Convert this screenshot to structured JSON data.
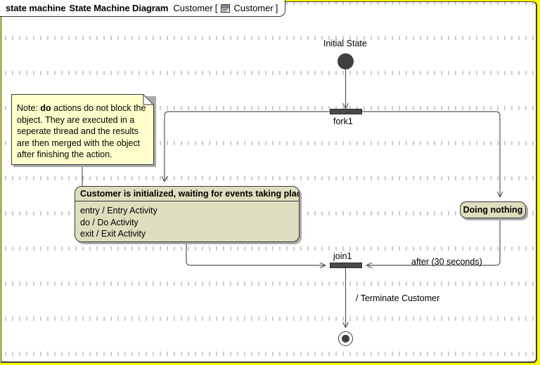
{
  "frame": {
    "kind_label": "state machine",
    "type_label": "State Machine Diagram",
    "name": "Customer",
    "bracket_open": "[",
    "bracket_close": "]",
    "classifier": "Customer",
    "icon": "class-object-icon"
  },
  "note": {
    "name": "note-do-actions",
    "line1_prefix": "Note: ",
    "line1_bold": "do",
    "line1_suffix": " actions do not block the",
    "line2": "object. They are executed in a",
    "line3": "seperate thread and the results",
    "line4": "are then merged with the object",
    "line5": "after finishing the action.",
    "fill": "#ffffcc"
  },
  "states": {
    "customer": {
      "title": "Customer is initialized, waiting for events taking place",
      "entry": "entry / Entry Activity",
      "do": "do / Do Activity",
      "exit": "exit / Exit Activity",
      "fill": "#dedebe"
    },
    "doing_nothing": {
      "label": "Doing nothing",
      "fill": "#dedebe"
    }
  },
  "pseudostates": {
    "initial_label": "Initial State",
    "fork_label": "fork1",
    "join_label": "join1",
    "final_name": "final-state"
  },
  "transitions": {
    "after_30_seconds": "after (30 seconds)",
    "terminate_customer": "/ Terminate Customer"
  },
  "colors": {
    "frame_border": "#ffff00",
    "line": "#555555",
    "node_border": "#3a3a3a",
    "pseudostate_fill": "#3f3f3f"
  }
}
